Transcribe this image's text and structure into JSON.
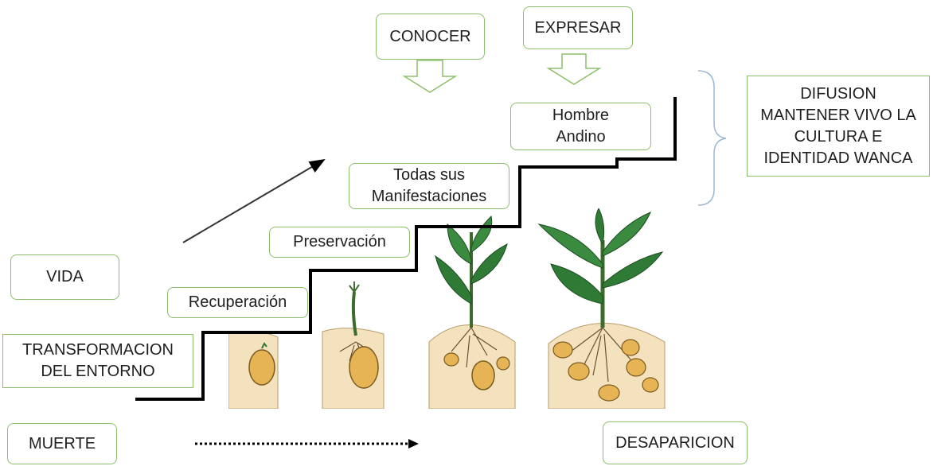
{
  "top_actions": {
    "conocer": "CONOCER",
    "expresar": "EXPRESAR"
  },
  "steps": {
    "recuperacion": "Recuperación",
    "preservacion": "Preservación",
    "manifestaciones": "Todas sus\nManifestaciones",
    "hombre_andino": "Hombre\nAndino"
  },
  "left_labels": {
    "vida": "VIDA",
    "transformacion": "TRANSFORMACION\nDEL ENTORNO",
    "muerte": "MUERTE"
  },
  "right_labels": {
    "difusion": "DIFUSION\nMANTENER VIVO LA\nCULTURA E\nIDENTIDAD WANCA",
    "desaparicion": "DESAPARICION"
  },
  "colors": {
    "box_border": "#8cbf6a",
    "arrow_outline": "#8cbf6a",
    "brace": "#9bb7d4",
    "staircase": "#000000",
    "soil": "#f4e2bf",
    "potato": "#e6b455",
    "leaf": "#2f7a35"
  },
  "icons": {
    "down_arrows": "hollow-down-arrow-icon",
    "brace": "right-curly-brace",
    "growth": "potato-plant-growth-stages"
  }
}
